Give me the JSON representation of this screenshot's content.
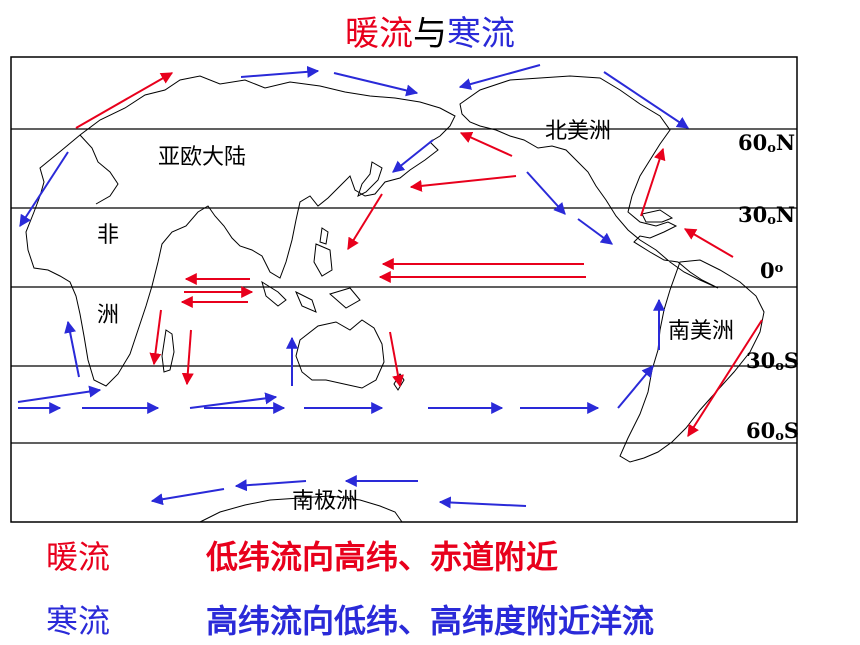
{
  "title": {
    "warm": "暖流",
    "connector": "与",
    "cold": "寒流"
  },
  "continents": {
    "eurasia": "亚欧大陆",
    "africa_top": "非",
    "africa_bottom": "洲",
    "north_america": "北美洲",
    "south_america": "南美洲",
    "antarctica": "南极洲"
  },
  "latitudes": {
    "n60": {
      "num": "60",
      "deg": "o",
      "hemi": "N"
    },
    "n30": {
      "num": "30",
      "deg": "o",
      "hemi": "N"
    },
    "eq": {
      "num": "0",
      "deg": "o",
      "hemi": ""
    },
    "s30": {
      "num": "30",
      "deg": "o",
      "hemi": "S"
    },
    "s60": {
      "num": "60",
      "deg": "o",
      "hemi": "S"
    }
  },
  "legend": {
    "warm": {
      "term": "暖流",
      "desc": "低纬流向高纬、赤道附近"
    },
    "cold": {
      "term": "寒流",
      "desc": "高纬流向低纬、高纬度附近洋流"
    }
  },
  "colors": {
    "warm": "#e8001c",
    "cold": "#2a2ad8"
  }
}
